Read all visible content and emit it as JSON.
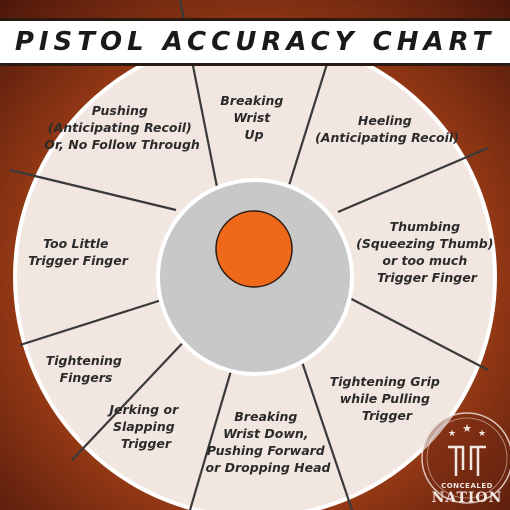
{
  "title": "PISTOL ACCURACY CHART",
  "colors": {
    "background_dark": "#6b2410",
    "background_mid": "#b04a1c",
    "wheel_fill": "#f2e6e1",
    "wheel_border": "#ffffff",
    "divider": "#3a3a3a",
    "inner_ring": "#c8c8c8",
    "bullseye": "#ee6a1a",
    "text": "#2b2b2b"
  },
  "segments": [
    {
      "lines": [
        "Breaking",
        "Wrist",
        "Up"
      ]
    },
    {
      "lines": [
        "Heeling",
        "(Anticipating Recoil)"
      ]
    },
    {
      "lines": [
        "Thumbing",
        "(Squeezing Thumb)",
        "or too much",
        "Trigger Finger"
      ]
    },
    {
      "lines": [
        "Tightening Grip",
        "while Pulling",
        "Trigger"
      ]
    },
    {
      "lines": [
        "Breaking",
        "Wrist Down,",
        "Pushing Forward",
        "or Dropping Head"
      ]
    },
    {
      "lines": [
        "Jerking or",
        "Slapping",
        "Trigger"
      ]
    },
    {
      "lines": [
        "Tightening",
        "Fingers"
      ]
    },
    {
      "lines": [
        "Too Little",
        "Trigger Finger"
      ]
    },
    {
      "lines": [
        "Pushing",
        "(Anticipating Recoil)",
        "Or, No Follow Through"
      ]
    }
  ],
  "logo": {
    "text_top": "CONCEALED",
    "text_bottom": "NATION",
    "icon": "concealed-nation-logo-icon"
  }
}
